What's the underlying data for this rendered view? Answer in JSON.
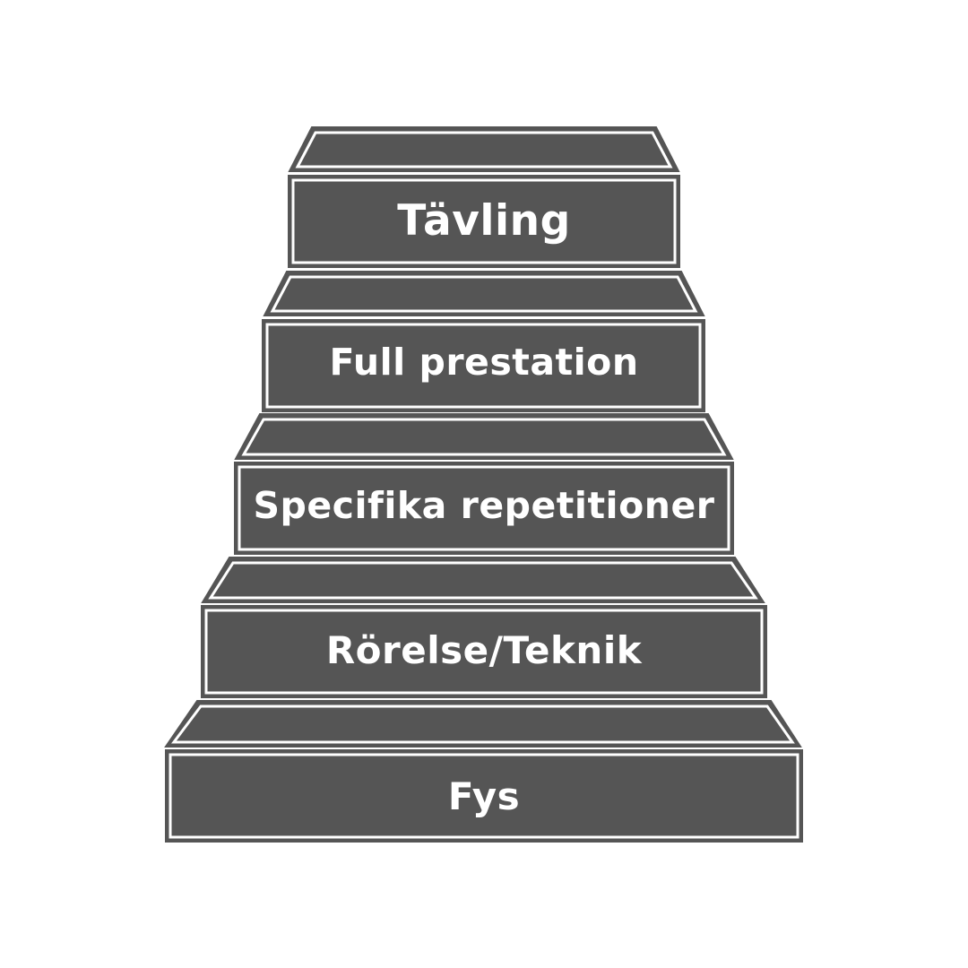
{
  "diagram": {
    "colors": {
      "fill": "#555555",
      "outline": "#555555",
      "inner_line": "#ffffff",
      "text": "#ffffff",
      "background": "#ffffff"
    },
    "steps": [
      {
        "label": "Tävling"
      },
      {
        "label": "Full prestation"
      },
      {
        "label": "Specifika repetitioner"
      },
      {
        "label": "Rörelse/Teknik"
      },
      {
        "label": "Fys"
      }
    ]
  }
}
